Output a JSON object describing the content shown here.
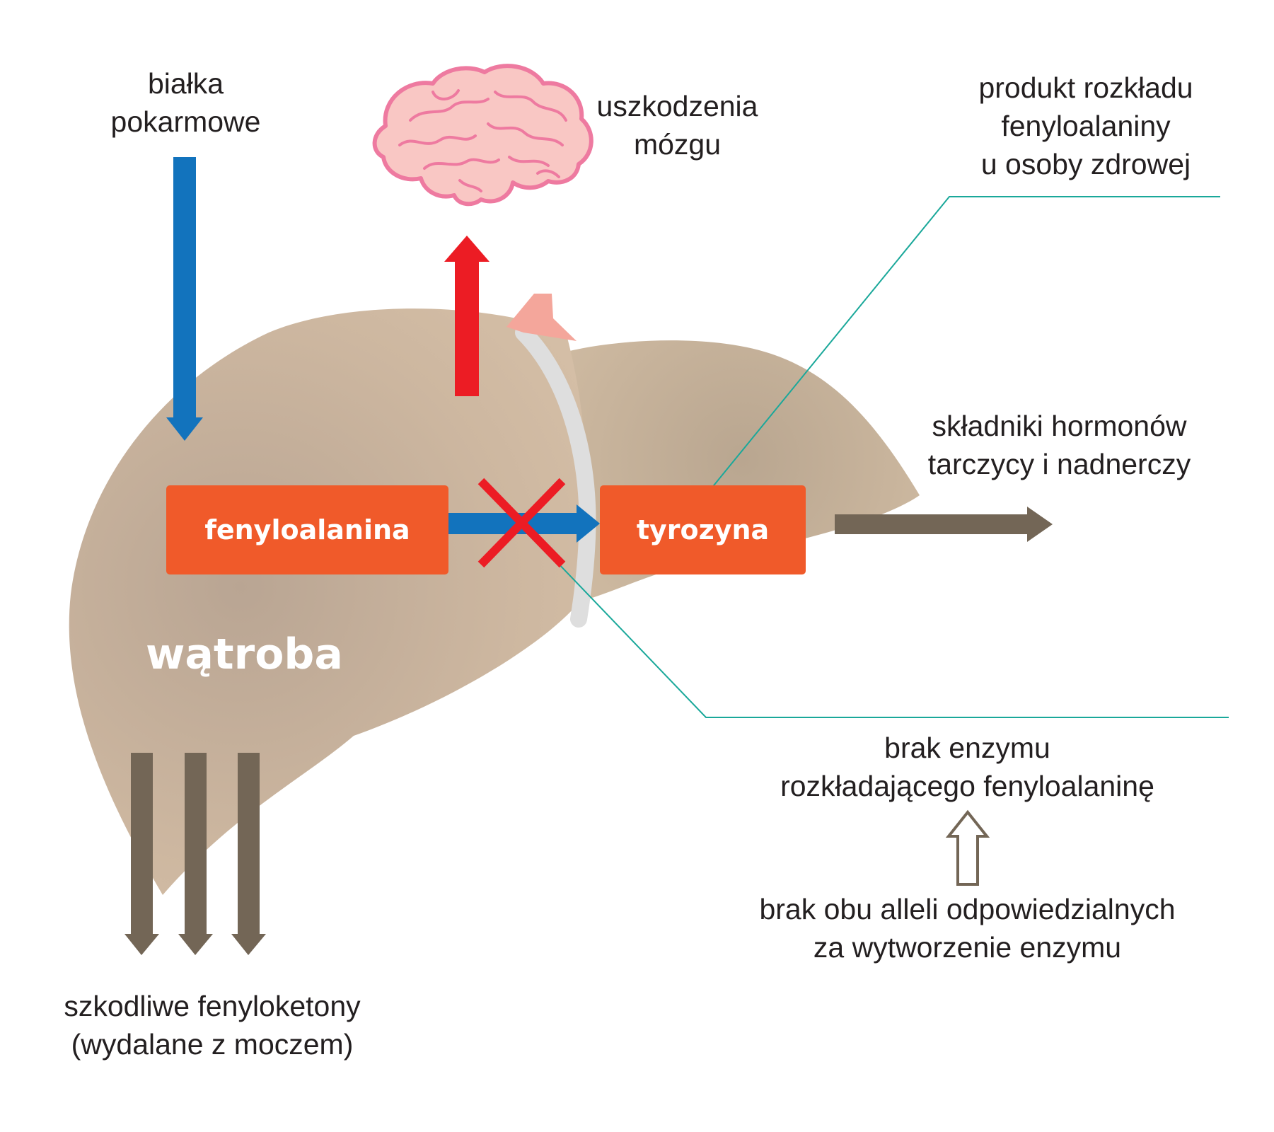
{
  "labels": {
    "dietary_proteins": [
      "białka",
      "pokarmowe"
    ],
    "brain_damage": [
      "uszkodzenia",
      "mózgu"
    ],
    "healthy_product": [
      "produkt rozkładu",
      "fenyloalaniny",
      "u osoby zdrowej"
    ],
    "hormone_components": [
      "składniki hormonów",
      "tarczycy i nadnerczy"
    ],
    "enzyme_absence": [
      "brak enzymu",
      "rozkładającego fenyloalaninę"
    ],
    "allele_absence": [
      "brak obu alleli odpowiedzialnych",
      "za wytworzenie enzymu"
    ],
    "phenylketones": [
      "szkodliwe fenyloketony",
      "(wydalane z moczem)"
    ]
  },
  "boxes": {
    "phenylalanine": "fenyloalanina",
    "tyrosine": "tyrozyna"
  },
  "organ_label": "wątroba",
  "colors": {
    "liver": "#c9b29a",
    "box": "#f05a2a",
    "blue_arrow": "#1273bd",
    "red_arrow": "#ec1c24",
    "brown_arrow": "#736656",
    "callout_line": "#1aa89a",
    "brain_fill": "#f9c7c4",
    "brain_outline": "#ee7aa0",
    "text": "#231f20"
  },
  "icons": {
    "brain": "brain-icon",
    "blocked": "red-x-icon"
  }
}
